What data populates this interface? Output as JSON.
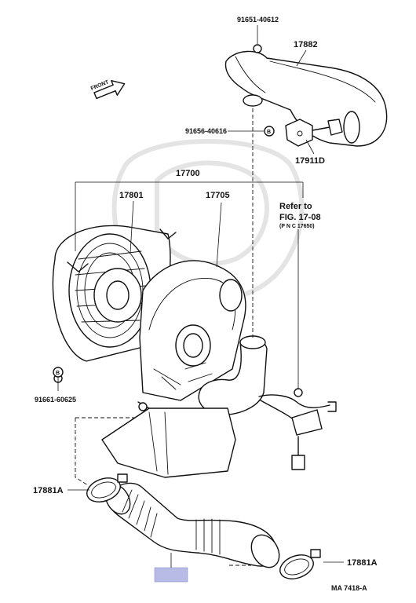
{
  "diagram": {
    "direction_label": "FRONT",
    "parts": {
      "bolt_top": "91651-40612",
      "air_hose_upper": "17882",
      "bolt_mid": "91656-40616",
      "bracket": "17911D",
      "air_cleaner_assy": "17700",
      "air_cleaner_cap": "17801",
      "air_cleaner_case": "17705",
      "bolt_lower": "91661-60625",
      "clamp_left": "17881A",
      "clamp_right": "17881A"
    },
    "reference": {
      "line1": "Refer to",
      "line2": "FIG. 17-08",
      "line3": "(P N C  17650)"
    },
    "bolt_marker": "B",
    "drawing_code": "MA  7418-A"
  }
}
